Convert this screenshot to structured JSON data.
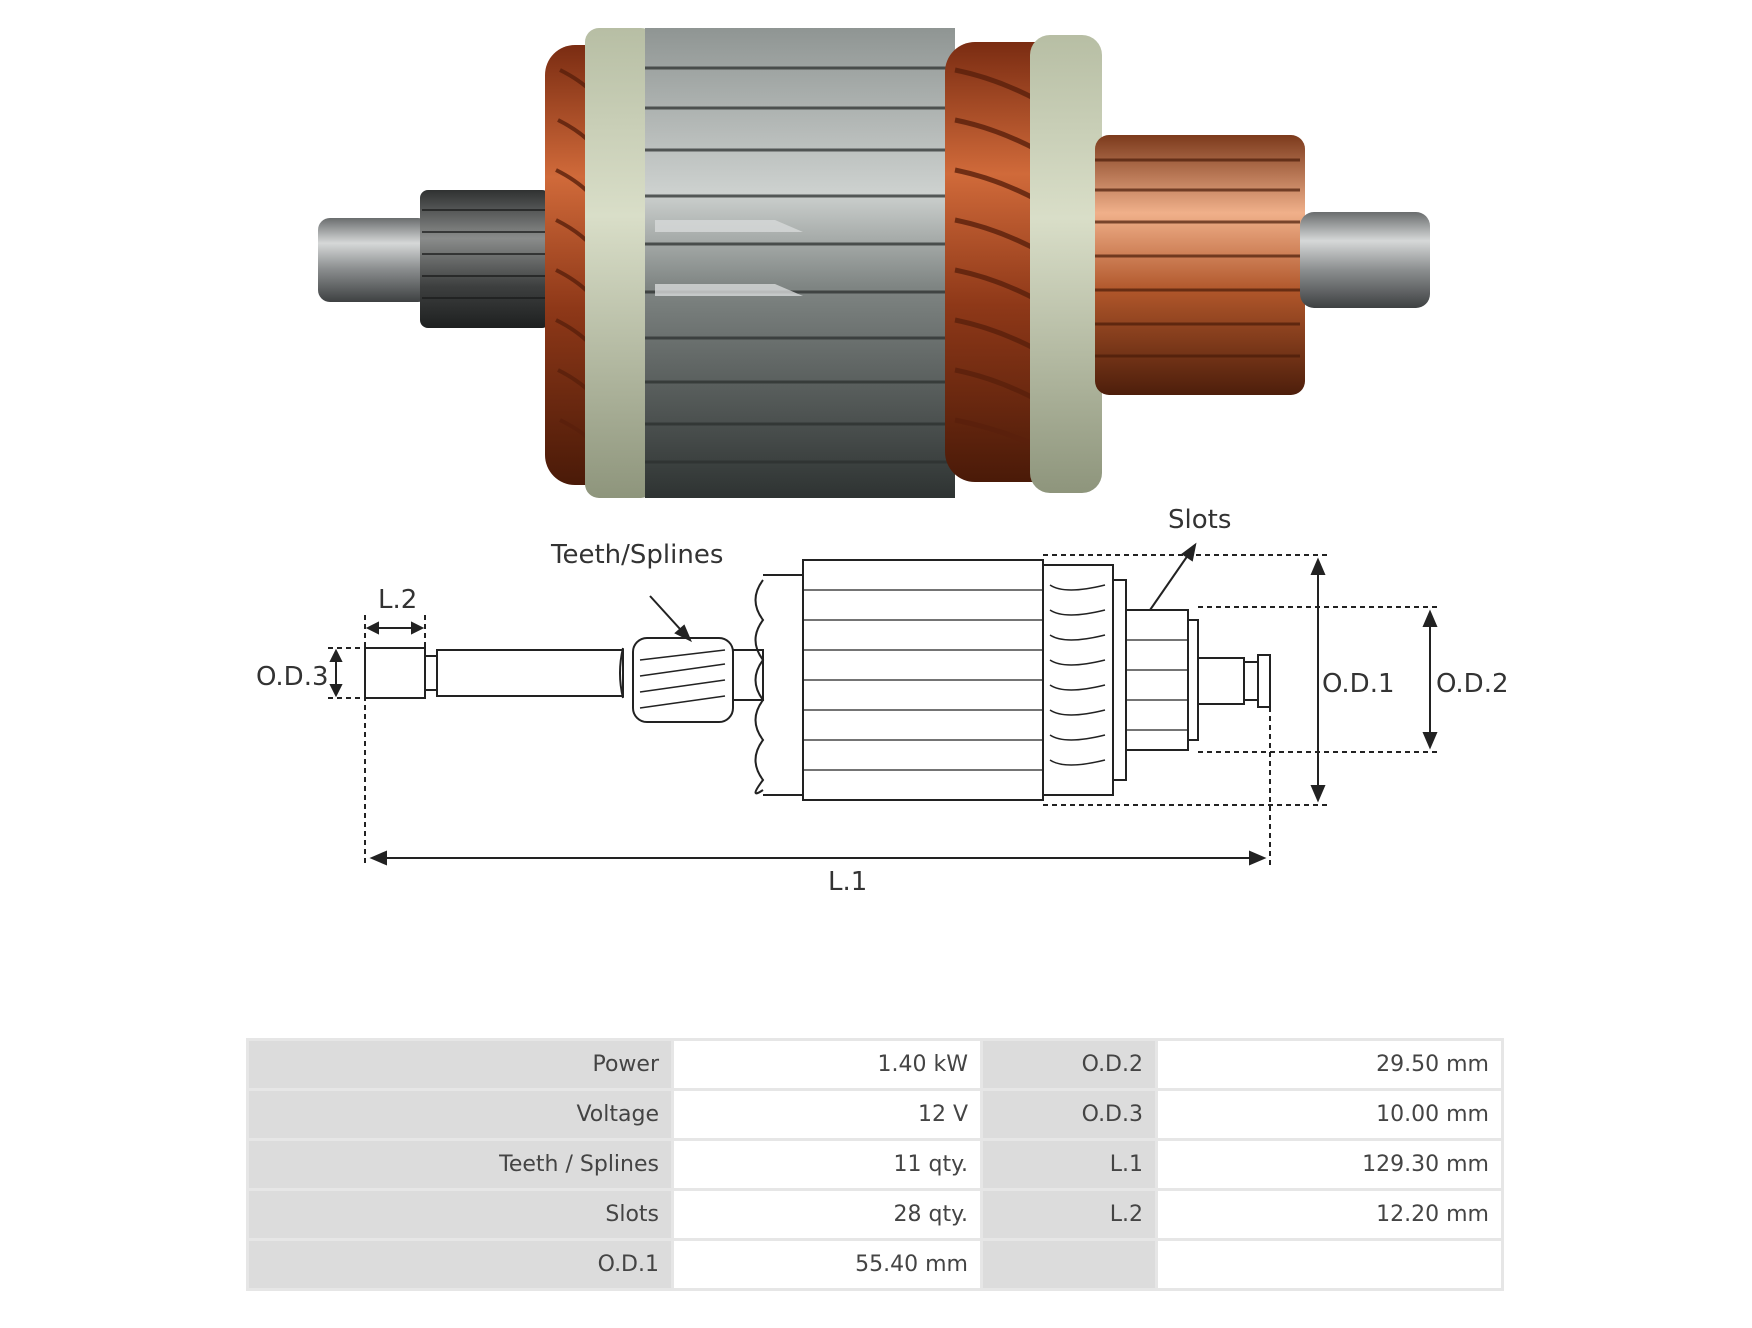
{
  "diagram": {
    "labels": {
      "teeth_splines": "Teeth/Splines",
      "slots": "Slots",
      "l2": "L.2",
      "od3": "O.D.3",
      "od1": "O.D.1",
      "od2": "O.D.2",
      "l1": "L.1"
    }
  },
  "specs": {
    "rows": [
      {
        "label1": "Power",
        "value1": "1.40 kW",
        "label2": "O.D.2",
        "value2": "29.50 mm"
      },
      {
        "label1": "Voltage",
        "value1": "12 V",
        "label2": "O.D.3",
        "value2": "10.00 mm"
      },
      {
        "label1": "Teeth / Splines",
        "value1": "11 qty.",
        "label2": "L.1",
        "value2": "129.30 mm"
      },
      {
        "label1": "Slots",
        "value1": "28 qty.",
        "label2": "L.2",
        "value2": "12.20 mm"
      },
      {
        "label1": "O.D.1",
        "value1": "55.40 mm",
        "label2": "",
        "value2": ""
      }
    ]
  },
  "colors": {
    "copper": "#b5532a",
    "steel": "#8a8d8c",
    "insulator": "#c9cfb5",
    "commutator": "#c8784c"
  }
}
